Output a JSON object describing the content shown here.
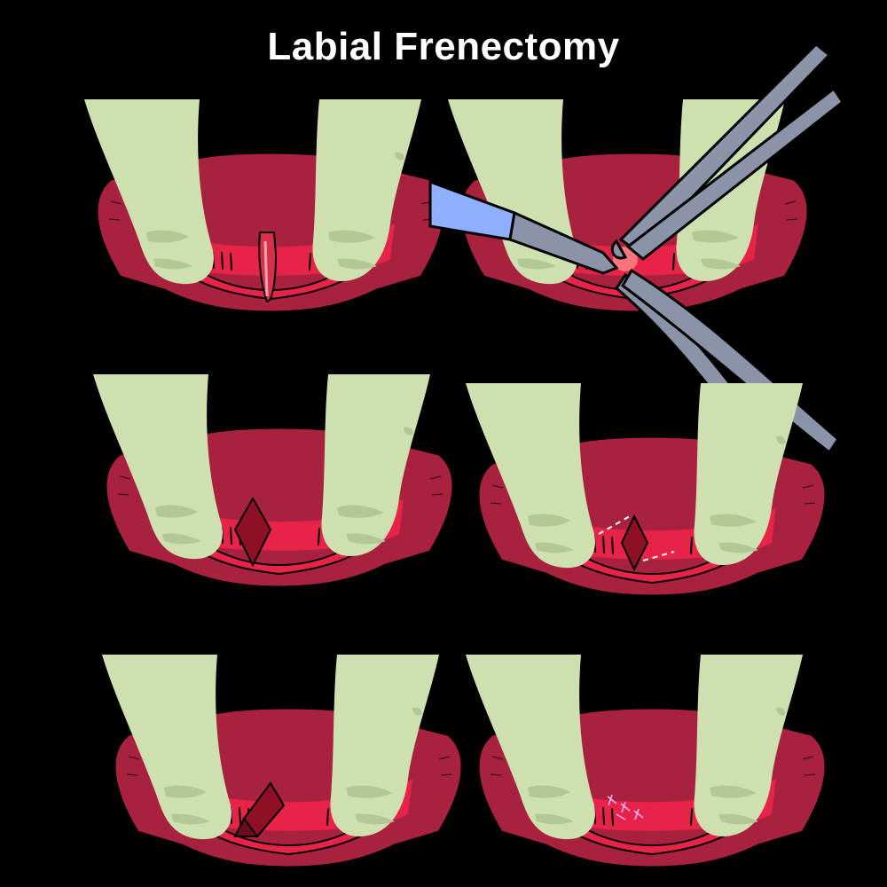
{
  "title": "Labial Frenectomy",
  "colors": {
    "background": "#000000",
    "finger": "#cfe0b0",
    "finger_shadow": "#b3c795",
    "lip_outer": "#a8223f",
    "mucosa": "#e8234a",
    "frenum": "#d9304a",
    "wound": "#8e1024",
    "instrument": "#8a93a8",
    "scalpel": "#8fb0ff"
  },
  "steps": [
    {
      "stage": "frenum"
    },
    {
      "stage": "excision"
    },
    {
      "stage": "diamond-wound"
    },
    {
      "stage": "relaxing-lines"
    },
    {
      "stage": "undermining"
    },
    {
      "stage": "sutured"
    }
  ]
}
